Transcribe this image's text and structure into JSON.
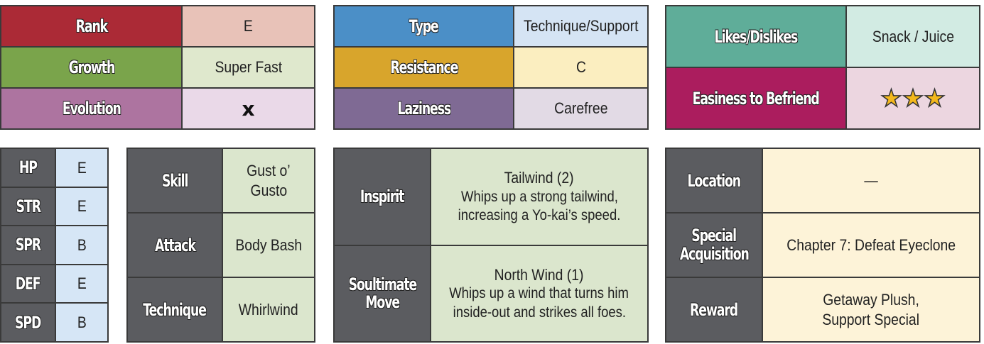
{
  "colors": {
    "rank": "#ab2a36",
    "rank_val": "#e8c2b8",
    "growth": "#7aa44b",
    "growth_val": "#dfe8cd",
    "evolution": "#ad74a0",
    "evolution_val": "#ead9e8",
    "type": "#4b8fc7",
    "type_val": "#d5e4f4",
    "resistance": "#d8a52c",
    "resistance_val": "#fbeec0",
    "laziness": "#7f6a94",
    "laziness_val": "#e2dae5",
    "likes": "#5fad99",
    "likes_val": "#d2ebe3",
    "easiness": "#ab1d5e",
    "easiness_val": "#ecd6e0",
    "header_dark": "#5b5c60",
    "stat_val": "#d6e6f6",
    "move_val": "#dbe6cd",
    "info_val": "#fdf3d8"
  },
  "profile": {
    "rank_label": "Rank",
    "rank_value": "E",
    "growth_label": "Growth",
    "growth_value": "Super Fast",
    "evolution_label": "Evolution",
    "evolution_value": "x"
  },
  "type_block": {
    "type_label": "Type",
    "type_value": "Technique/Support",
    "resistance_label": "Resistance",
    "resistance_value": "C",
    "laziness_label": "Laziness",
    "laziness_value": "Carefree"
  },
  "likes_block": {
    "likes_label": "Likes/Dislikes",
    "likes_value": "Snack / Juice",
    "easiness_label": "Easiness to Befriend",
    "easiness_stars": "★★★",
    "easiness_rating": 3
  },
  "stats": [
    {
      "label": "HP",
      "value": "E"
    },
    {
      "label": "STR",
      "value": "E"
    },
    {
      "label": "SPR",
      "value": "B"
    },
    {
      "label": "DEF",
      "value": "E"
    },
    {
      "label": "SPD",
      "value": "B"
    }
  ],
  "moves": {
    "skill_label": "Skill",
    "skill_line1": "Gust o’",
    "skill_line2": "Gusto",
    "attack_label": "Attack",
    "attack_value": "Body Bash",
    "technique_label": "Technique",
    "technique_value": "Whirlwind"
  },
  "special": {
    "inspirit_label": "Inspirit",
    "inspirit_title": "Tailwind (2)",
    "inspirit_line1": "Whips up a strong tailwind,",
    "inspirit_line2": "increasing a Yo-kai’s speed.",
    "soultimate_label_1": "Soultimate",
    "soultimate_label_2": "Move",
    "soultimate_title": "North Wind (1)",
    "soultimate_line1": "Whips up a wind that turns him",
    "soultimate_line2": "inside-out and strikes all foes."
  },
  "acquire": {
    "location_label": "Location",
    "location_value": "—",
    "special_label_1": "Special",
    "special_label_2": "Acquisition",
    "special_value": "Chapter 7: Defeat Eyeclone",
    "reward_label": "Reward",
    "reward_line1": "Getaway Plush,",
    "reward_line2": "Support Special"
  }
}
